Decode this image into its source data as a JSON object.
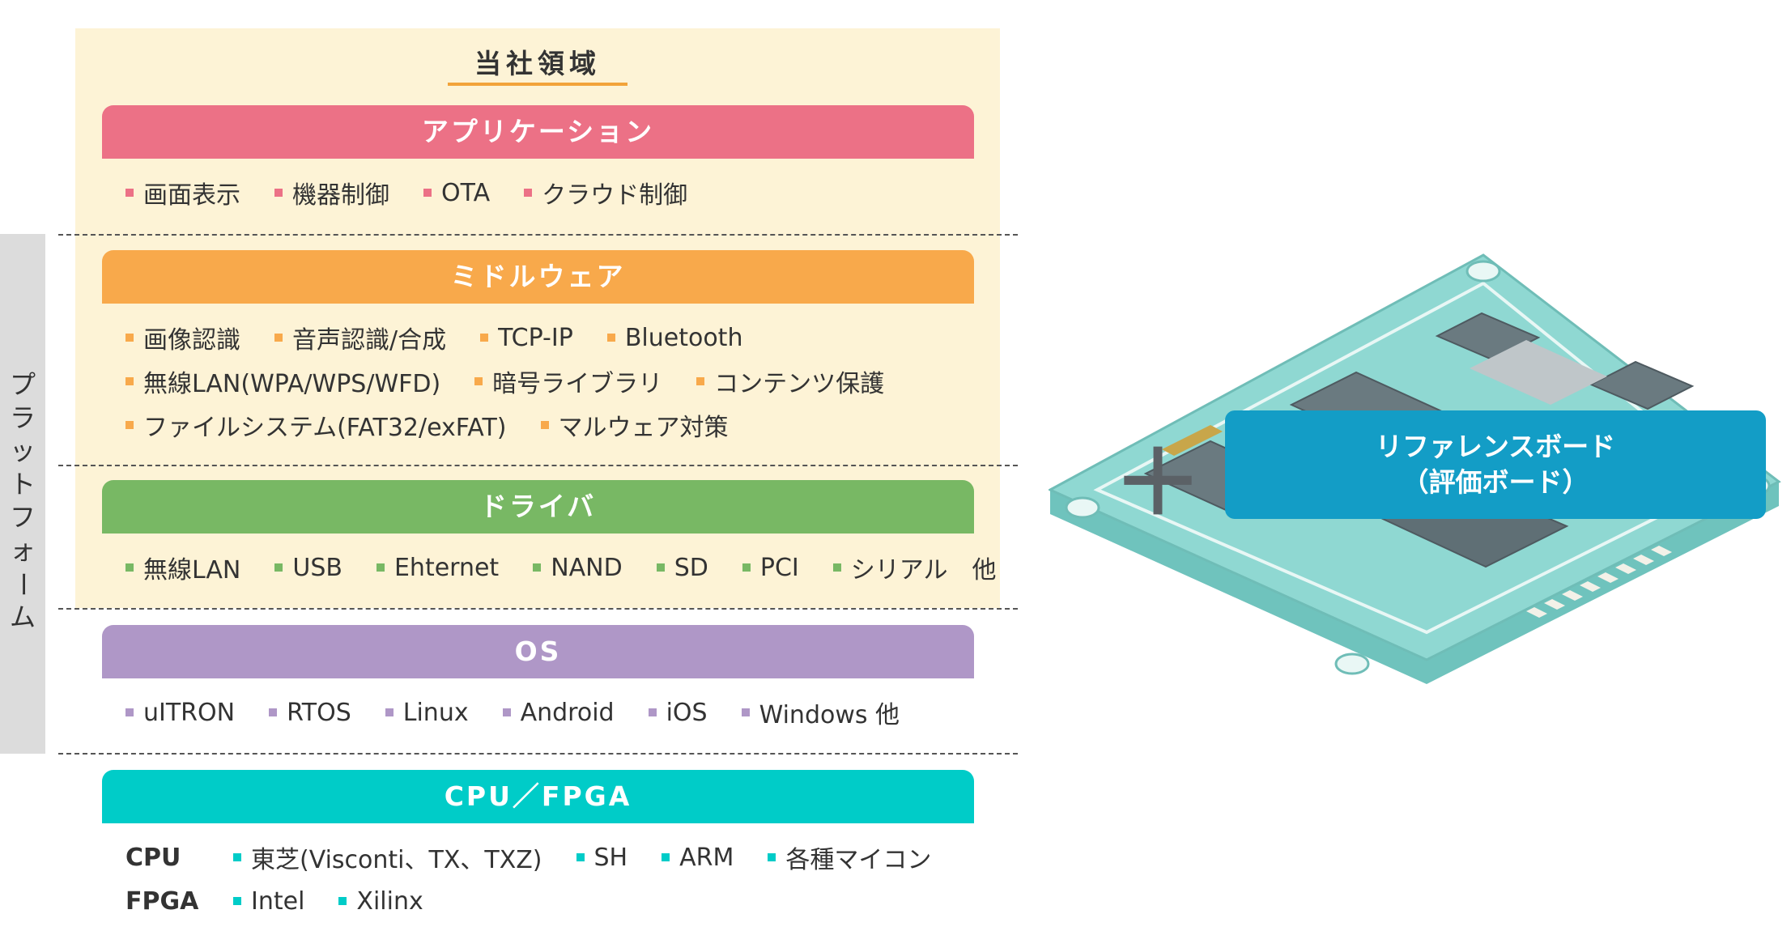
{
  "scope_title": "当社領域",
  "platform_label": "プラットフォーム",
  "layers": {
    "application": {
      "title": "アプリケーション",
      "color": "#ec7186",
      "items": [
        "画面表示",
        "機器制御",
        "OTA",
        "クラウド制御"
      ]
    },
    "middleware": {
      "title": "ミドルウェア",
      "color": "#f8a94b",
      "rows": [
        [
          "画像認識",
          "音声認識/合成",
          "TCP-IP",
          "Bluetooth"
        ],
        [
          "無線LAN(WPA/WPS/WFD)",
          "暗号ライブラリ",
          "コンテンツ保護"
        ],
        [
          "ファイルシステム(FAT32/exFAT)",
          "マルウェア対策"
        ]
      ]
    },
    "driver": {
      "title": "ドライバ",
      "color": "#78b864",
      "items": [
        "無線LAN",
        "USB",
        "Ehternet",
        "NAND",
        "SD",
        "PCI",
        "シリアル　他"
      ]
    },
    "os": {
      "title": "OS",
      "color": "#af97c7",
      "items": [
        "uITRON",
        "RTOS",
        "Linux",
        "Android",
        "iOS",
        "Windows 他"
      ]
    },
    "hardware": {
      "title": "CPU／FPGA",
      "color": "#00ccc8",
      "cpu_label": "CPU",
      "cpu_items": [
        "東芝(Visconti、TX、TXZ)",
        "SH",
        "ARM",
        "各種マイコン"
      ],
      "fpga_label": "FPGA",
      "fpga_items": [
        "Intel",
        "Xilinx"
      ]
    }
  },
  "board": {
    "plus_symbol": "＋",
    "label_line1": "リファレンスボード",
    "label_line2": "（評価ボード）",
    "box_color": "#139dc6",
    "board_color": "#8fd8d2"
  }
}
